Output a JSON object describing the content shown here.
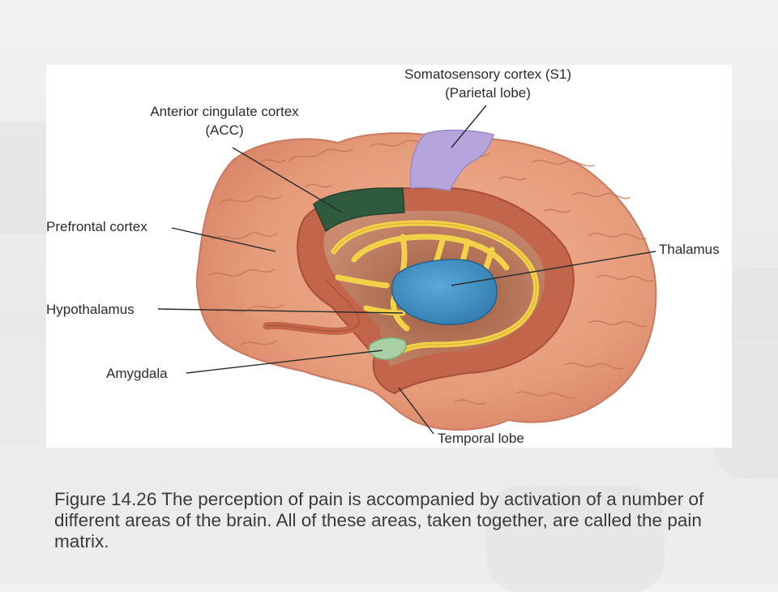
{
  "labels": {
    "somatosensory_line1": "Somatosensory cortex (S1)",
    "somatosensory_line2": "(Parietal lobe)",
    "acc_line1": "Anterior cingulate cortex",
    "acc_line2": "(ACC)",
    "prefrontal": "Prefrontal cortex",
    "thalamus": "Thalamus",
    "hypothalamus": "Hypothalamus",
    "amygdala": "Amygdala",
    "temporal_lobe": "Temporal lobe"
  },
  "caption": "Figure 14.26 The perception of pain is accompanied by activation of a number of different areas of the brain. All of these areas, taken together, are called the pain matrix.",
  "colors": {
    "cortex": "#e8a080",
    "cortex_dark": "#c97a60",
    "limbic_band": "#c2654a",
    "acc": "#2f5a3e",
    "s1": "#b6a4dc",
    "thalamus": "#3d8fc4",
    "fornix": "#f3d24a",
    "amygdala": "#a9cfa4"
  }
}
